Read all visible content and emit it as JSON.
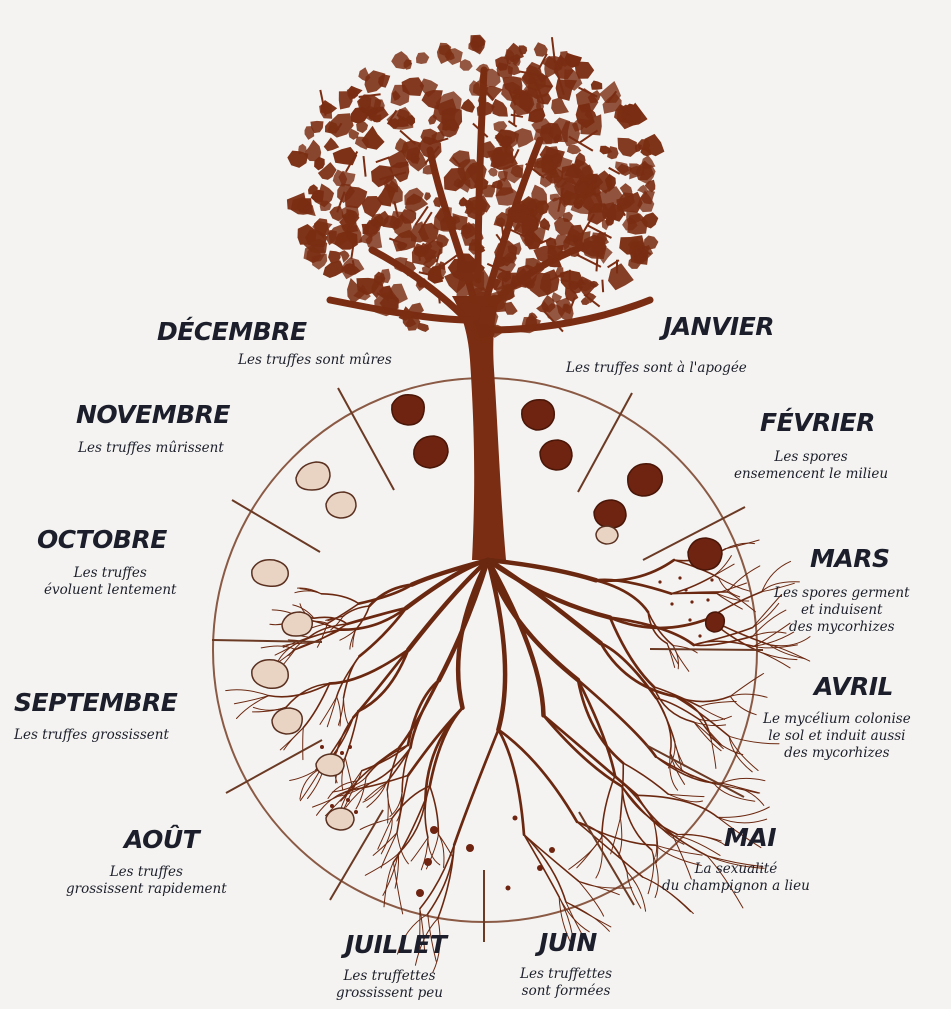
{
  "months": [
    {
      "id": "decembre",
      "name": "DÉCEMBRE",
      "lines": [
        "Les truffes sont mûres"
      ]
    },
    {
      "id": "janvier",
      "name": "JANVIER",
      "lines": [
        "Les truffes sont à l'apogée"
      ]
    },
    {
      "id": "novembre",
      "name": "NOVEMBRE",
      "lines": [
        "Les truffes mûrissent"
      ]
    },
    {
      "id": "fevrier",
      "name": "FÉVRIER",
      "lines": [
        "Les spores",
        "ensemencent le milieu"
      ]
    },
    {
      "id": "octobre",
      "name": "OCTOBRE",
      "lines": [
        "Les truffes",
        "évoluent lentement"
      ]
    },
    {
      "id": "mars",
      "name": "MARS",
      "lines": [
        "Les spores germent",
        "et induisent",
        "des mycorhizes"
      ]
    },
    {
      "id": "septembre",
      "name": "SEPTEMBRE",
      "lines": [
        "Les truffes grossissent"
      ]
    },
    {
      "id": "avril",
      "name": "AVRIL",
      "lines": [
        "Le mycélium colonise",
        "le sol et induit aussi",
        "des mycorhizes"
      ]
    },
    {
      "id": "aout",
      "name": "AOÛT",
      "lines": [
        "Les truffes",
        "grossissent rapidement"
      ]
    },
    {
      "id": "mai",
      "name": "MAI",
      "lines": [
        "La sexualité",
        "du champignon a lieu"
      ]
    },
    {
      "id": "juillet",
      "name": "JUILLET",
      "lines": [
        "Les truffettes",
        "grossissent peu"
      ]
    },
    {
      "id": "juin",
      "name": "JUIN",
      "lines": [
        "Les truffettes",
        "sont formées"
      ]
    }
  ],
  "colors": {
    "tree": "#7a2d12",
    "truffle_dark": "#6e2410",
    "truffle_light": "#e9d3c2",
    "line": "#6b3a25",
    "text": "#1c1f2b",
    "background": "#f4f3f1"
  },
  "icons": [
    "oak-tree-icon",
    "truffle-icon",
    "root-icon",
    "spore-icon"
  ]
}
